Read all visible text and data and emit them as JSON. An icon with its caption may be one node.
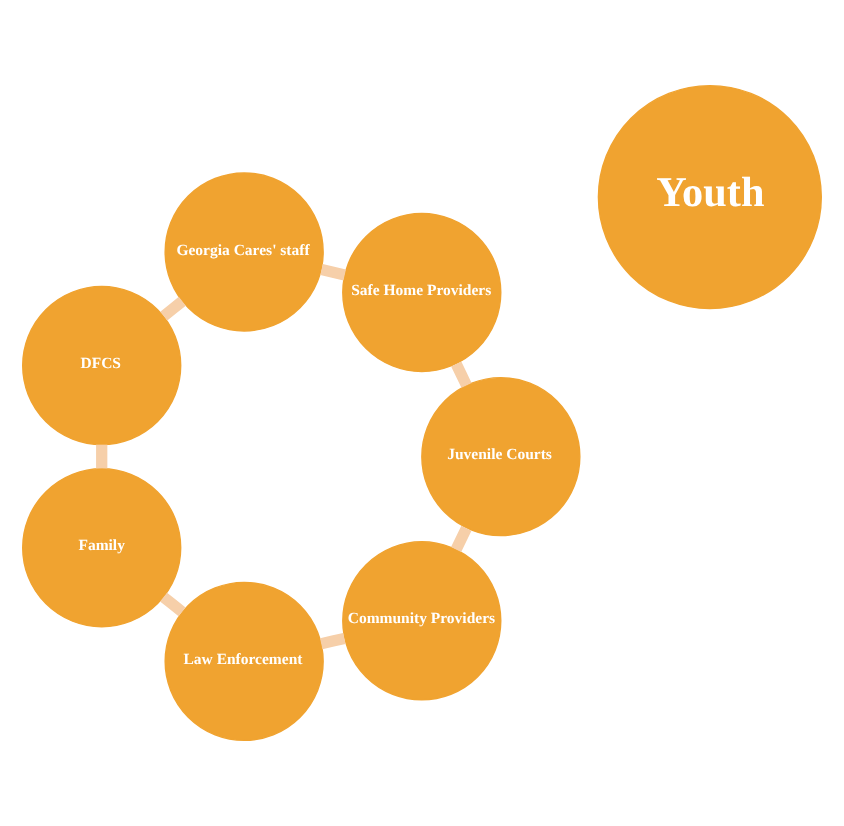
{
  "diagram": {
    "nodes": [
      {
        "text": [
          "Community Providers"
        ]
      },
      {
        "text": [
          "Law Enforcement"
        ]
      },
      {
        "text": [
          "Family"
        ]
      },
      {
        "text": [
          "DFCS"
        ]
      },
      {
        "text": [
          "Georgia Cares' staff"
        ]
      },
      {
        "text": [
          "Safe Home Providers"
        ]
      },
      {
        "text": [
          "Juvenile Courts"
        ]
      },
      {
        "text": [
          "Youth"
        ]
      }
    ],
    "edges": [
      {
        "from": 0,
        "to": 1,
        "arrow": "none"
      },
      {
        "from": 1,
        "to": 2,
        "arrow": "none"
      },
      {
        "from": 2,
        "to": 3,
        "arrow": "none"
      },
      {
        "from": 3,
        "to": 4,
        "arrow": "none"
      },
      {
        "from": 4,
        "to": 5,
        "arrow": "none"
      },
      {
        "from": 5,
        "to": 6,
        "arrow": "none"
      },
      {
        "from": 6,
        "to": 0,
        "arrow": "none"
      }
    ]
  }
}
